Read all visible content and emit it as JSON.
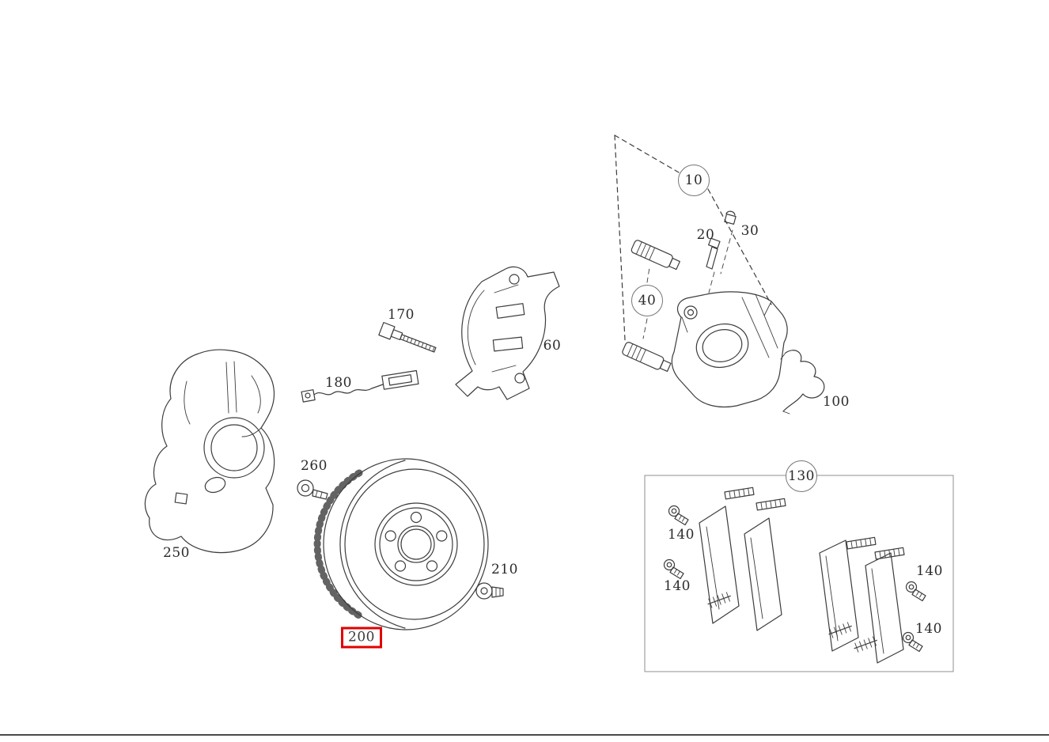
{
  "page": {
    "background": "#ffffff",
    "line_color": "#3c3c3c",
    "highlight_color": "#e10000"
  },
  "callouts": {
    "c10": {
      "text": "10",
      "style": "circled"
    },
    "c20": {
      "text": "20",
      "style": "plain"
    },
    "c30": {
      "text": "30",
      "style": "plain"
    },
    "c40": {
      "text": "40",
      "style": "circled"
    },
    "c60": {
      "text": "60",
      "style": "plain"
    },
    "c100": {
      "text": "100",
      "style": "plain"
    },
    "c130": {
      "text": "130",
      "style": "circled"
    },
    "c140a": {
      "text": "140",
      "style": "plain"
    },
    "c140b": {
      "text": "140",
      "style": "plain"
    },
    "c140c": {
      "text": "140",
      "style": "plain"
    },
    "c140d": {
      "text": "140",
      "style": "plain"
    },
    "c170": {
      "text": "170",
      "style": "plain"
    },
    "c180": {
      "text": "180",
      "style": "plain"
    },
    "c200": {
      "text": "200",
      "style": "highlighted"
    },
    "c210": {
      "text": "210",
      "style": "plain"
    },
    "c250": {
      "text": "250",
      "style": "plain"
    },
    "c260": {
      "text": "260",
      "style": "plain"
    }
  }
}
